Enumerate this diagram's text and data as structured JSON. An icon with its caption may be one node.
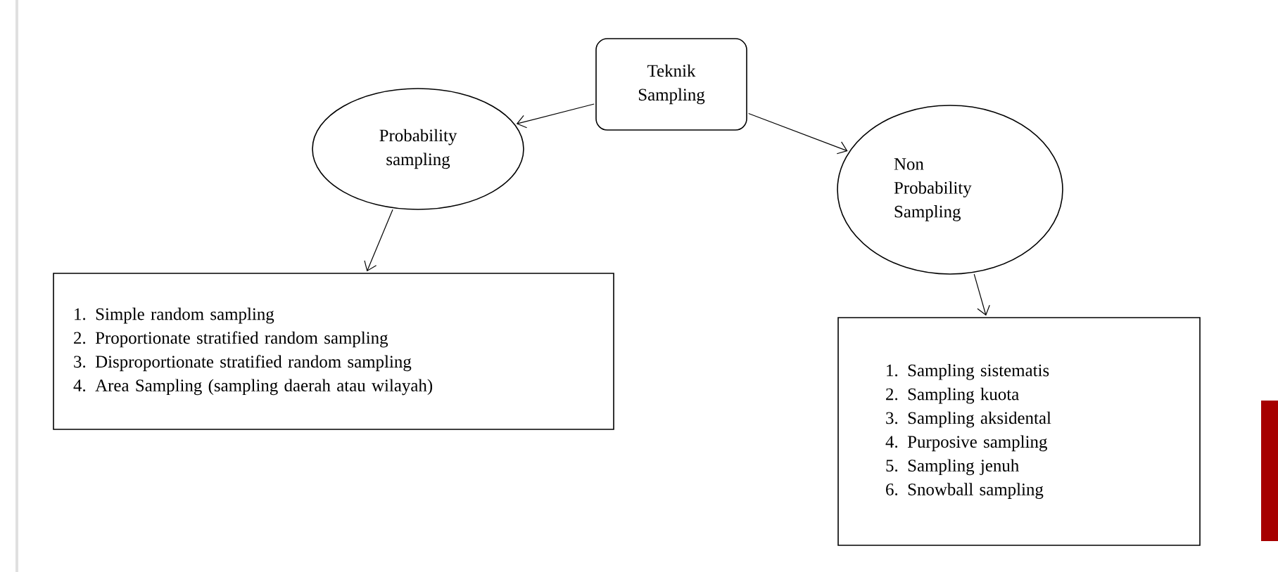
{
  "diagram": {
    "nodes": [
      {
        "text": [
          "Teknik Sampling"
        ]
      },
      {
        "text": [
          "Probability sampling"
        ]
      },
      {
        "text": [
          "Non Probability Sampling"
        ]
      },
      {
        "text": [
          "1. Simple random sampling",
          "2. Proportionate stratified random sampling",
          "3. Disproportionate stratified random sampling",
          "4. Area Sampling (sampling daerah atau wilayah)"
        ]
      },
      {
        "text": [
          "1. Sampling sistematis",
          "2. Sampling kuota",
          "3. Sampling aksidental",
          "4. Purposive sampling",
          "5. Sampling jenuh",
          "6. Snowball sampling"
        ]
      }
    ],
    "edges": [
      {
        "from": 0,
        "to": 1,
        "arrow": "to"
      },
      {
        "from": 0,
        "to": 2,
        "arrow": "to"
      },
      {
        "from": 1,
        "to": 3,
        "arrow": "to"
      },
      {
        "from": 2,
        "to": 4,
        "arrow": "to"
      }
    ]
  }
}
